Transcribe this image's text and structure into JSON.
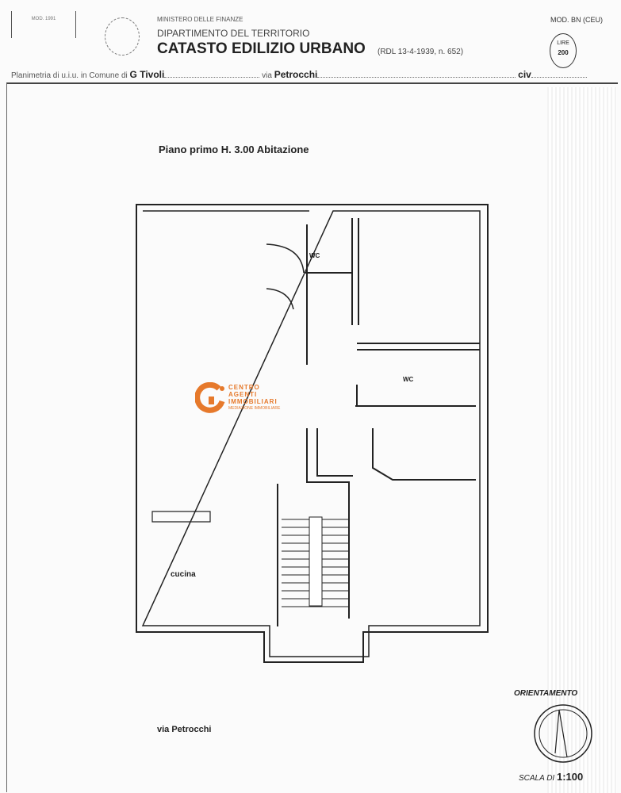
{
  "header": {
    "stamp": "MOD. 1991",
    "ministry": "MINISTERO DELLE FINANZE",
    "department": "DIPARTIMENTO DEL TERRITORIO",
    "title": "CATASTO EDILIZIO URBANO",
    "decree": "(RDL 13-4-1939, n. 652)",
    "model": "MOD. BN (CEU)",
    "price_label": "LIRE",
    "price_value": "200",
    "plan_label": "Planimetria di u.i.u. in Comune di",
    "comune": "G Tivoli",
    "via_label": "via",
    "via": "Petrocchi",
    "civ_label": "civ"
  },
  "plan": {
    "title": "Piano primo H. 3.00 Abitazione",
    "rooms": [
      "WC",
      "WC",
      "cucina"
    ],
    "street": "via Petrocchi",
    "orientation_label": "ORIENTAMENTO",
    "scale_label": "SCALA DI",
    "scale_value": "1:100"
  },
  "watermark": {
    "lines": [
      "CENTRO",
      "AGENTI",
      "IMMOBILIARI"
    ],
    "tagline": "MEDIAZIONE IMMOBILIARE",
    "color": "#e6792b"
  }
}
